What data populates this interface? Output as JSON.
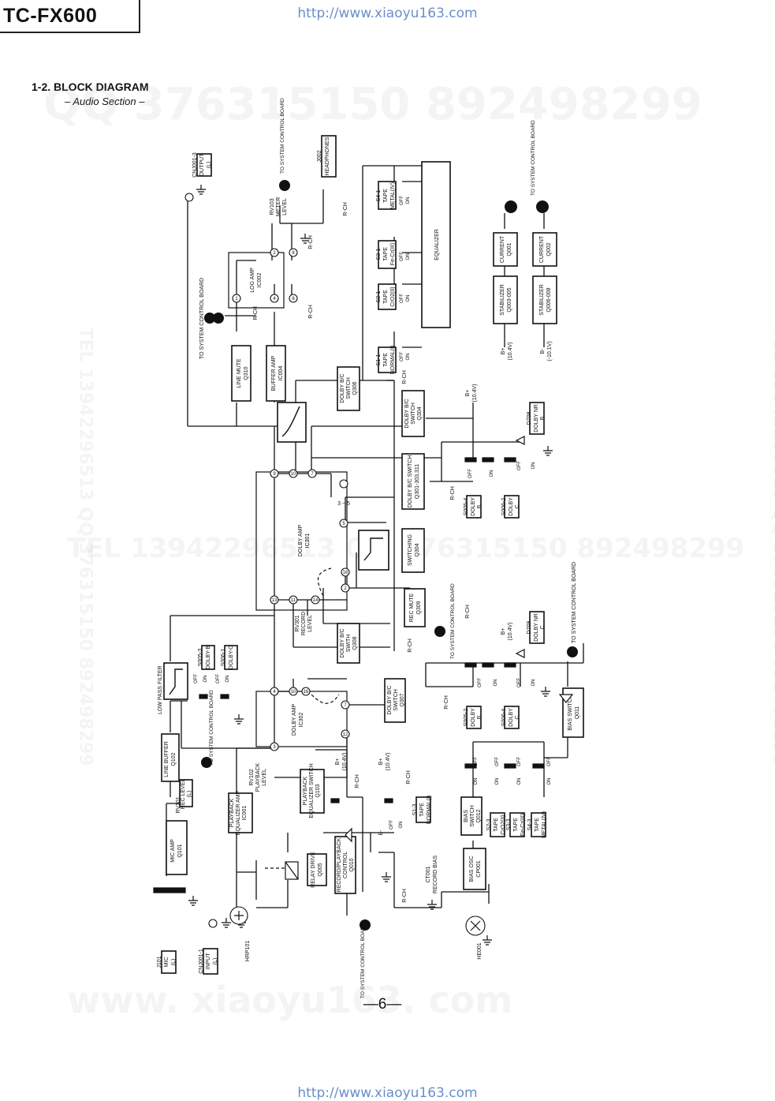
{
  "header": {
    "model": "TC-FX600",
    "url_top": "http://www.xiaoyu163.com",
    "url_bottom": "http://www.xiaoyu163.com",
    "section": "1-2. BLOCK DIAGRAM",
    "subsection": "– Audio Section –",
    "page_number": "—6—"
  },
  "watermarks": {
    "qq": "QQ 376315150  892498299",
    "tel": "TEL 13942296513   QQ 376315150   892498299",
    "www": "www. xiaoyu163. com",
    "side": "TEL 13942296513  QQ 376315150  892498299"
  },
  "diagram": {
    "blocks": {
      "mic_amp": [
        "MIC AMP",
        "Q101"
      ],
      "line_buffer": [
        "LINE BUFFER",
        "Q102"
      ],
      "low_pass": [
        "LOW PASS FILTER"
      ],
      "rec_level": [
        "REC LEVEL",
        "(L)"
      ],
      "playback_eq_amp": [
        "PLAYBACK",
        "EQUALIZER AMP",
        "IC001"
      ],
      "relay_drive": [
        "RELAY DRIVE",
        "Q005"
      ],
      "record_playback_ctrl": [
        "RECORD/PLAYBACK",
        "CONTROL",
        "Q010"
      ],
      "playback_eq_switch": [
        "PLAYBACK",
        "EQUALIZER SWITCH",
        "Q103"
      ],
      "dolby_amp_ic302": [
        "DOLBY AMP",
        "IC302"
      ],
      "dolby_amp_ic301": [
        "DOLBY AMP",
        "IC301"
      ],
      "dolby_bc_q308": [
        "DOLBY B/C",
        "SWITH",
        "Q308"
      ],
      "dolby_bc_q307": [
        "DOLBY B/C",
        "SWITCH",
        "Q307"
      ],
      "rec_mute": [
        "REC MUTE",
        "Q309"
      ],
      "switching": [
        "SWITCHING",
        "Q304"
      ],
      "dolby_bc_q301": [
        "DOLBY B/C SWITCH",
        "Q301-303,311"
      ],
      "dolby_bc_q304": [
        "DOLBY B/C",
        "SWITCH",
        "Q304"
      ],
      "dolby_bc_q306": [
        "DOLBY B/C",
        "SWITCH",
        "Q306"
      ],
      "line_mute": [
        "LINE MUTE",
        "Q310"
      ],
      "buffer_amp": [
        "BUFFER AMP",
        "IC004"
      ],
      "log_amp": [
        "LOG AMP",
        "IC002"
      ],
      "equalizer": [
        "EQUALIZER"
      ],
      "stabilizer_1": [
        "STABILIZER",
        "Q003-005"
      ],
      "stabilizer_2": [
        "STABILIZER",
        "Q006-008"
      ],
      "current_1": [
        "CURRENT",
        "Q001"
      ],
      "current_2": [
        "CURRENT",
        "Q002"
      ],
      "bias_switch_q011": [
        "BIAS SWITCH",
        "Q011"
      ],
      "bias_switch_q012": [
        "BIAS",
        "SWITCH",
        "Q012"
      ],
      "bias_osc": [
        "BIAS OSC",
        "CP001"
      ]
    },
    "connectors": {
      "j101": [
        "J101",
        "MIC",
        "(L)"
      ],
      "cnj001_1": [
        "CNJ001-1",
        "INPUT",
        "(L)"
      ],
      "cnj001_3": [
        "CNJ001-3",
        "OUTPUT",
        "(L)"
      ],
      "j002": [
        "J002",
        "HEADPHONES"
      ],
      "hrp101": "HRP101",
      "he001": "HE001"
    },
    "switches": {
      "s005_3": [
        "S005-3",
        "DOLBY-B"
      ],
      "s006_1": [
        "S006-1",
        "DOLBY-C"
      ],
      "s005_4": [
        "S005-4",
        "DOLBY",
        "B"
      ],
      "s006_2": [
        "S006-2",
        "DOLBY",
        "C"
      ],
      "s005_2": [
        "S005-2",
        "DOLBY",
        "B"
      ],
      "s006_4": [
        "S006-4",
        "DOLBY",
        "C"
      ],
      "s1_1": [
        "S1-1",
        "TAPE",
        "NORMAL(I)"
      ],
      "s2_1": [
        "S2-1",
        "TAPE",
        "CrO2(II)"
      ],
      "s3_1": [
        "S3-1",
        "TAPE",
        "Fe-Cr(III)"
      ],
      "s4_1": [
        "S4-1",
        "TAPE",
        "METAL(IV)"
      ],
      "s1_3": [
        "S1-3",
        "TAPE",
        "NORMAL(I)"
      ],
      "s2_3": [
        "S2-3",
        "TAPE",
        "CrO2(II)"
      ],
      "s3_3": [
        "S3-3",
        "TAPE",
        "Fe-Cr(III)"
      ],
      "s4_3": [
        "S4-3",
        "TAPE",
        "METAL(IV)"
      ],
      "off": "OFF",
      "on": "ON"
    },
    "components": {
      "rv101": "RV101",
      "rv102": [
        "RV102",
        "PLAYBACK",
        "LEVEL"
      ],
      "rv301": [
        "RV301",
        "RECORD",
        "LEVEL"
      ],
      "rv103": [
        "RV103",
        "METER",
        "LEVEL"
      ],
      "ct001": [
        "CT001",
        "RECORD BIAS"
      ],
      "d708": [
        "D708",
        "DOLBY NR",
        "B"
      ],
      "d709": [
        "D709",
        "DOLBY NR",
        "C"
      ],
      "ic301_pins": [
        "9",
        "10",
        "7",
        "3 ~ 5",
        "5",
        "16",
        "2",
        "13",
        "11",
        "14"
      ],
      "ic302_pins": [
        "4",
        "10",
        "16",
        "7",
        "3",
        "12"
      ],
      "ic002_pins": [
        "1",
        "4",
        "6",
        "2",
        "8"
      ],
      "bc": "B/C",
      "dolby_b": "DOLBY B",
      "dolby_c": "DOLBY C"
    },
    "refs": {
      "b_plus": "B+",
      "b_plus_v": "(10.4V)",
      "b_minus": "B-",
      "b_minus_v": "(-10.1V)",
      "rch": "R-CH",
      "to_system_control_board": "TO SYSTEM CONTROL BOARD",
      "markers": [
        "1",
        "2",
        "3",
        "5",
        "4",
        "7",
        "9",
        "12",
        "16"
      ]
    }
  }
}
